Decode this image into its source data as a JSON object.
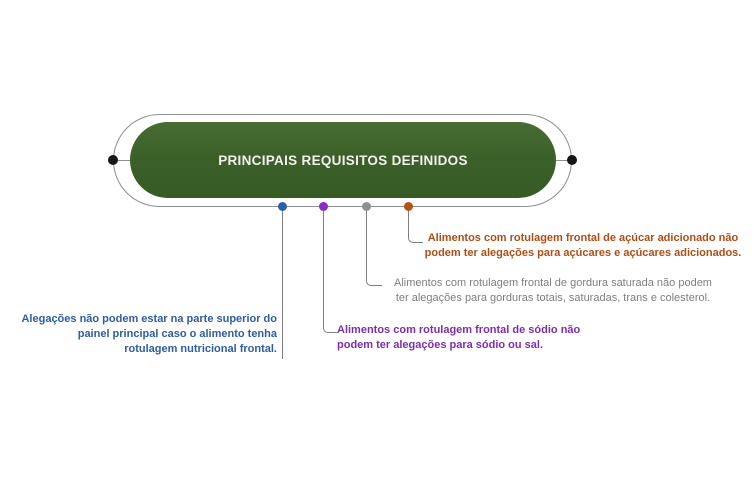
{
  "diagram": {
    "type": "smartart-central-node",
    "title": "PRINCIPAIS REQUISITOS DEFINIDOS",
    "node_fill_color": "#3B6029",
    "node_title_color": "#F2F2EC",
    "outline_color": "#8F8F8F",
    "connector_color": "#808080",
    "anchor_dot_color": "#161616"
  },
  "annotations": {
    "claims_position": {
      "dot_color": "#2D5FB0",
      "text_color": "#2E5DA8",
      "lines": [
        "Alegações não podem estar na parte superior do",
        "painel principal caso o alimento tenha",
        "rotulagem nutricional frontal."
      ]
    },
    "sodium": {
      "dot_color": "#8A2BC9",
      "text_color": "#7D2FB0",
      "lines": [
        "Alimentos com rotulagem frontal de sódio não",
        "podem ter alegações para sódio ou sal."
      ]
    },
    "saturated_fat": {
      "dot_color": "#8E8F91",
      "text_color": "#7F7F7F",
      "lines": [
        "Alimentos com rotulagem frontal de gordura saturada não podem",
        "ter alegações para gorduras totais, saturadas, trans e colesterol."
      ]
    },
    "added_sugar": {
      "dot_color": "#B55312",
      "text_color": "#B04E16",
      "lines": [
        "Alimentos com rotulagem frontal de açúcar adicionado não",
        "podem ter alegações para açúcares e açúcares adicionados."
      ]
    }
  }
}
